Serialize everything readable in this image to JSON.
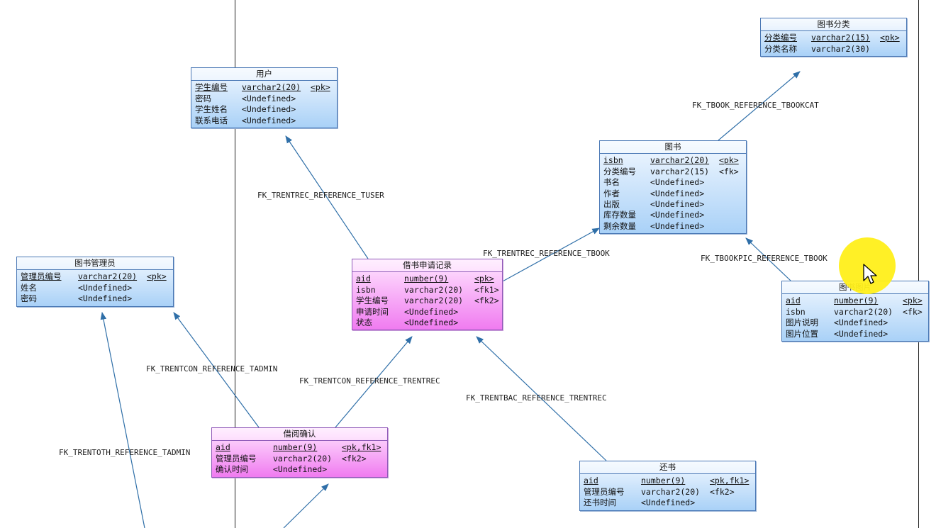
{
  "entities": {
    "user": {
      "title": "用户",
      "attrs": [
        {
          "name": "学生编号",
          "type": "varchar2(20)",
          "key": "<pk>",
          "pk": true
        },
        {
          "name": "密码",
          "type": "<Undefined>",
          "key": ""
        },
        {
          "name": "学生姓名",
          "type": "<Undefined>",
          "key": ""
        },
        {
          "name": "联系电话",
          "type": "<Undefined>",
          "key": ""
        }
      ]
    },
    "bookcat": {
      "title": "图书分类",
      "attrs": [
        {
          "name": "分类编号",
          "type": "varchar2(15)",
          "key": "<pk>",
          "pk": true
        },
        {
          "name": "分类名称",
          "type": "varchar2(30)",
          "key": ""
        }
      ]
    },
    "book": {
      "title": "图书",
      "attrs": [
        {
          "name": "isbn",
          "type": "varchar2(20)",
          "key": "<pk>",
          "pk": true
        },
        {
          "name": "分类编号",
          "type": "varchar2(15)",
          "key": "<fk>"
        },
        {
          "name": "书名",
          "type": "<Undefined>",
          "key": ""
        },
        {
          "name": "作者",
          "type": "<Undefined>",
          "key": ""
        },
        {
          "name": "出版",
          "type": "<Undefined>",
          "key": ""
        },
        {
          "name": "库存数量",
          "type": "<Undefined>",
          "key": ""
        },
        {
          "name": "剩余数量",
          "type": "<Undefined>",
          "key": ""
        }
      ]
    },
    "admin": {
      "title": "图书管理员",
      "attrs": [
        {
          "name": "管理员编号",
          "type": "varchar2(20)",
          "key": "<pk>",
          "pk": true
        },
        {
          "name": "姓名",
          "type": "<Undefined>",
          "key": ""
        },
        {
          "name": "密码",
          "type": "<Undefined>",
          "key": ""
        }
      ]
    },
    "rentrec": {
      "title": "借书申请记录",
      "attrs": [
        {
          "name": "aid",
          "type": "number(9)",
          "key": "<pk>",
          "pk": true
        },
        {
          "name": "isbn",
          "type": "varchar2(20)",
          "key": "<fk1>"
        },
        {
          "name": "学生编号",
          "type": "varchar2(20)",
          "key": "<fk2>"
        },
        {
          "name": "申请时间",
          "type": "<Undefined>",
          "key": ""
        },
        {
          "name": "状态",
          "type": "<Undefined>",
          "key": ""
        }
      ]
    },
    "bookpic": {
      "title": "图书图片",
      "attrs": [
        {
          "name": "aid",
          "type": "number(9)",
          "key": "<pk>",
          "pk": true
        },
        {
          "name": "isbn",
          "type": "varchar2(20)",
          "key": "<fk>"
        },
        {
          "name": "图片说明",
          "type": "<Undefined>",
          "key": ""
        },
        {
          "name": "图片位置",
          "type": "<Undefined>",
          "key": ""
        }
      ]
    },
    "rentcon": {
      "title": "借阅确认",
      "attrs": [
        {
          "name": "aid",
          "type": "number(9)",
          "key": "<pk,fk1>",
          "pk": true
        },
        {
          "name": "管理员编号",
          "type": "varchar2(20)",
          "key": "<fk2>"
        },
        {
          "name": "确认时间",
          "type": "<Undefined>",
          "key": ""
        }
      ]
    },
    "rentbac": {
      "title": "还书",
      "attrs": [
        {
          "name": "aid",
          "type": "number(9)",
          "key": "<pk,fk1>",
          "pk": true
        },
        {
          "name": "管理员编号",
          "type": "varchar2(20)",
          "key": "<fk2>"
        },
        {
          "name": "还书时间",
          "type": "<Undefined>",
          "key": ""
        }
      ]
    }
  },
  "relations": {
    "r_user": "FK_TRENTREC_REFERENCE_TUSER",
    "r_bookcat": "FK_TBOOK_REFERENCE_TBOOKCAT",
    "r_book": "FK_TRENTREC_REFERENCE_TBOOK",
    "r_bookpic": "FK_TBOOKPIC_REFERENCE_TBOOK",
    "r_con_admin": "FK_TRENTCON_REFERENCE_TADMIN",
    "r_con_rec": "FK_TRENTCON_REFERENCE_TRENTREC",
    "r_bac_rec": "FK_TRENTBAC_REFERENCE_TRENTREC",
    "r_oth_admin": "FK_TRENTOTH_REFERENCE_TADMIN"
  },
  "colors": {
    "entity_blue": "#a9d1f7",
    "entity_pink": "#f07bf0",
    "connector": "#2f6fa8",
    "cursor_halo": "#ffef1a"
  }
}
